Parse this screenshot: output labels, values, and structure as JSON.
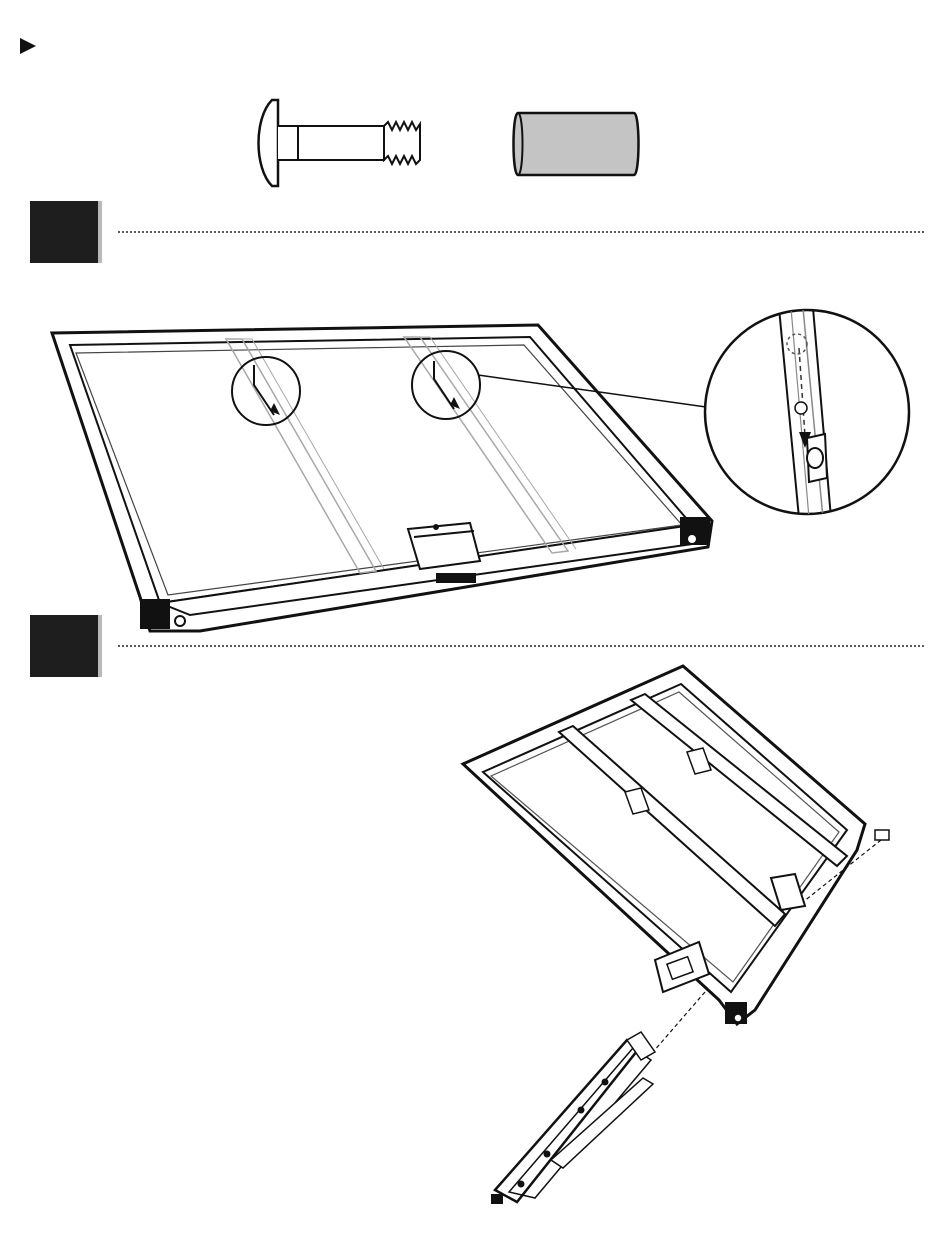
{
  "colors": {
    "ink": "#111111",
    "step_block": "#1e1e1e",
    "step_shadow": "#b9b9b9",
    "sleeve_fill": "#c4c4c4",
    "rail": "#a8a8a8"
  },
  "header": {
    "icon": "play-triangle-icon"
  },
  "parts": [
    {
      "name": "carriage-bolt",
      "icon": "bolt-icon"
    },
    {
      "name": "sleeve",
      "icon": "cylinder-sleeve-icon"
    }
  ],
  "steps": [
    {
      "number": "",
      "icon": "step-block"
    },
    {
      "number": "",
      "icon": "step-block"
    }
  ]
}
